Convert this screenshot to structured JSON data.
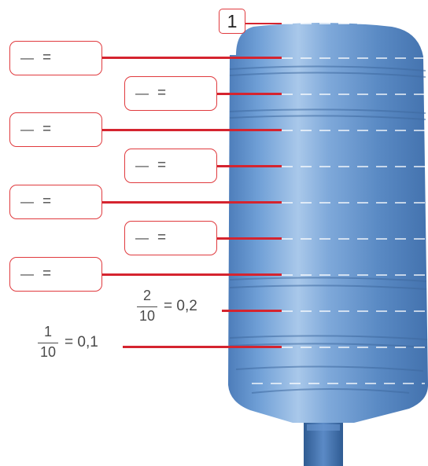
{
  "bottle_top_label": "1",
  "empty_boxes": [
    {
      "frac": "—",
      "eq": "="
    },
    {
      "frac": "—",
      "eq": "="
    },
    {
      "frac": "—",
      "eq": "="
    },
    {
      "frac": "—",
      "eq": "="
    },
    {
      "frac": "—",
      "eq": "="
    },
    {
      "frac": "—",
      "eq": "="
    },
    {
      "frac": "—",
      "eq": "="
    }
  ],
  "known_labels": [
    {
      "numerator": "2",
      "denominator": "10",
      "value": "= 0,2"
    },
    {
      "numerator": "1",
      "denominator": "10",
      "value": "= 0,1"
    }
  ],
  "colors": {
    "accent": "#d5242f",
    "bottle": "#5b8fc8",
    "neck": "#3f6ea8"
  }
}
